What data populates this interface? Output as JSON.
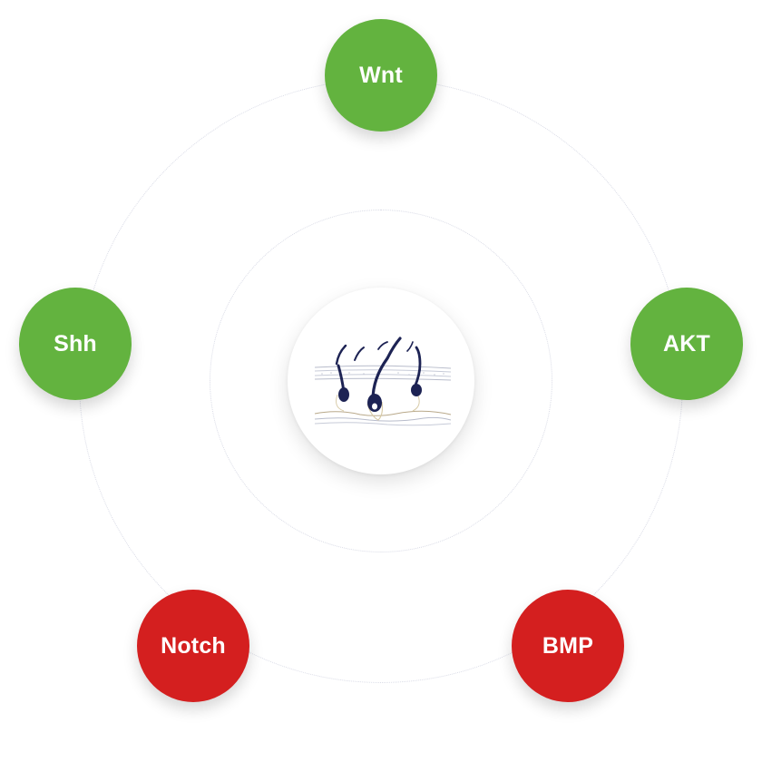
{
  "diagram": {
    "center": {
      "icon": "hair-follicle-skin-icon"
    },
    "nodes": [
      {
        "id": "top",
        "label": "Wnt",
        "status": "activator",
        "color": "#63b33f"
      },
      {
        "id": "left",
        "label": "Shh",
        "status": "activator",
        "color": "#63b33f"
      },
      {
        "id": "right",
        "label": "AKT",
        "status": "activator",
        "color": "#63b33f"
      },
      {
        "id": "bottom-left",
        "label": "Notch",
        "status": "inhibitor",
        "color": "#d41f1f"
      },
      {
        "id": "bottom-right",
        "label": "BMP",
        "status": "inhibitor",
        "color": "#d41f1f"
      }
    ]
  }
}
